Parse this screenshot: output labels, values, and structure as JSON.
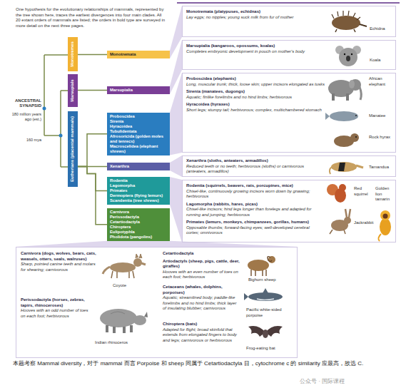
{
  "diagram": {
    "caption": "本题考察 Mammal diversity，对于 mammal 而言 Porpoise 和 sheep 同属于 Cetartiodactyla 目，cytochrome c 的 similarity 应最高，故选 C.",
    "nodes": [
      {
        "text": [
          "Monotremes"
        ]
      },
      {
        "text": [
          "Marsupials"
        ]
      },
      {
        "text": [
          "Eutherians (placental mammals)"
        ]
      },
      {
        "text": [
          "Monotremata"
        ]
      },
      {
        "text": [
          "Marsupialia"
        ]
      },
      {
        "text": [
          "Proboscidea",
          "Sirenia",
          "Hyracoidea",
          "Tubulidentata",
          "Afrosoricida (golden moles and tenrecs)",
          "Macroscelidea (elephant shrews)"
        ]
      },
      {
        "text": [
          "Xenarthra"
        ]
      },
      {
        "text": [
          "Rodentia",
          "Lagomorpha",
          "Primates",
          "Dermoptera (flying lemurs)",
          "Scandentia (tree shrews)"
        ]
      },
      {
        "text": [
          "Carnivora",
          "Perissodactyla",
          "Cetartiodactyla",
          "Chiroptera",
          "Eulipotyphla",
          "Pholidota (pangolins)"
        ]
      },
      {
        "text": [
          "Monotremata (platypuses, echidnas)",
          "Lay eggs; no nipples; young suck milk from fur of mother",
          "Echidna"
        ]
      },
      {
        "text": [
          "Marsupialia (kangaroos, opossums, koalas)",
          "Completes embryonic development in pouch on mother's body",
          "Koala"
        ]
      },
      {
        "text": [
          "Proboscidea (elephants)",
          "Long, muscular trunk; thick, loose skin; upper incisors elongated as tusks",
          "Sirenia (manatees, dugongs)",
          "Aquatic; finlike forelimbs and no hind limbs; herbivorous",
          "Hyracoidea (hyraxes)",
          "Short legs; stumpy tail; herbivorous; complex, multichambered stomach",
          "African elephant",
          "Manatee",
          "Rock hyrax"
        ]
      },
      {
        "text": [
          "Xenarthra (sloths, anteaters, armadillos)",
          "Reduced teeth or no teeth; herbivorous (sloths) or carnivorous (anteaters, armadillos)",
          "Tamandua"
        ]
      },
      {
        "text": [
          "Rodentia (squirrels, beavers, rats, porcupines, mice)",
          "Chisel-like, continuously growing incisors worn down by gnawing; herbivorous",
          "Lagomorpha (rabbits, hares, picas)",
          "Chisel-like incisors; hind legs longer than forelegs and adapted for running and jumping; herbivorous",
          "Primates (lemurs, monkeys, chimpanzees, gorillas, humans)",
          "Opposable thumbs; forward-facing eyes; well-developed cerebral cortex; omnivorous",
          "Red squirrel",
          "Jackrabbit",
          "Golden lion tamarin"
        ]
      },
      {
        "text": [
          "Carnivora (dogs, wolves, bears, cats, weasels, otters, seals, walruses)",
          "Sharp, pointed canine teeth and molars for shearing; carnivorous",
          "Coyote",
          "Perissodactyla (horses, zebras, tapirs, rhinoceroses)",
          "Hooves with an odd number of toes on each foot; herbivorous",
          "Indian rhinoceros",
          "Cetartiodactyla",
          "Artiodactyls (sheep, pigs, cattle, deer, giraffes)",
          "Hooves with an even number of toes on each foot; herbivorous",
          "Bighorn sheep",
          "Cetaceans (whales, dolphins, porpoises)",
          "Aquatic; streamlined body; paddle-like forelimbs and no hind limbs; thick layer of insulating blubber; carnivorous",
          "Pacific white-sided porpoise",
          "Chiroptera (bats)",
          "Adapted for flight; broad skinfold that extends from elongated fingers to body and legs; carnivorous or herbivorous",
          "Frog-eating bat"
        ]
      }
    ],
    "edges": [
      {
        "from": 0,
        "to": 3,
        "arrow": "none"
      },
      {
        "from": 1,
        "to": 4,
        "arrow": "none"
      },
      {
        "from": 2,
        "to": 5,
        "arrow": "none"
      },
      {
        "from": 2,
        "to": 6,
        "arrow": "none"
      },
      {
        "from": 2,
        "to": 7,
        "arrow": "none"
      },
      {
        "from": 2,
        "to": 8,
        "arrow": "none"
      },
      {
        "from": 3,
        "to": 9,
        "arrow": "none"
      },
      {
        "from": 4,
        "to": 10,
        "arrow": "none"
      },
      {
        "from": 5,
        "to": 11,
        "arrow": "none"
      },
      {
        "from": 6,
        "to": 12,
        "arrow": "none"
      },
      {
        "from": 7,
        "to": 13,
        "arrow": "none"
      },
      {
        "from": 8,
        "to": 14,
        "arrow": "none"
      }
    ],
    "labels": [
      "One hypothesis for the evolutionary relationships of mammals, represented by the tree shown here, traces the earliest divergences into four main clades. All 20 extant orders of mammals are listed; the orders in bold type are surveyed in more detail on the next three pages.",
      "ANCESTRAL SYNAPSID",
      "180 million years ago (est.)",
      "160 mya",
      "公众号 · 国际课程"
    ]
  }
}
